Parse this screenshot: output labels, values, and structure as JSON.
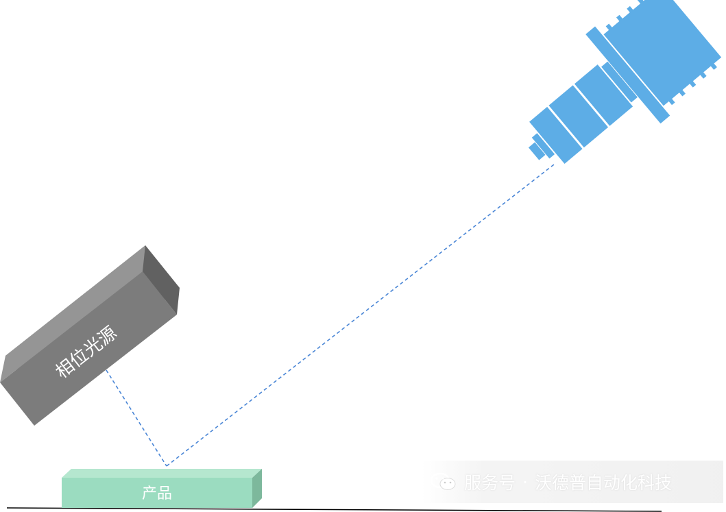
{
  "diagram": {
    "light_source_label": "相位光源",
    "product_label": "产品",
    "colors": {
      "camera": "#5DADE6",
      "light_top": "#929292",
      "light_front": "#7C7C7C",
      "light_side": "#616161",
      "product_front": "#9BDCC0",
      "product_top": "#B5E7CF",
      "product_side": "#7DB89C",
      "ray": "#4A86D6",
      "ground": "#000000"
    }
  },
  "watermark": {
    "icon": "wechat-icon",
    "label": "服务号",
    "separator": "·",
    "name": "沃德普自动化科技"
  }
}
